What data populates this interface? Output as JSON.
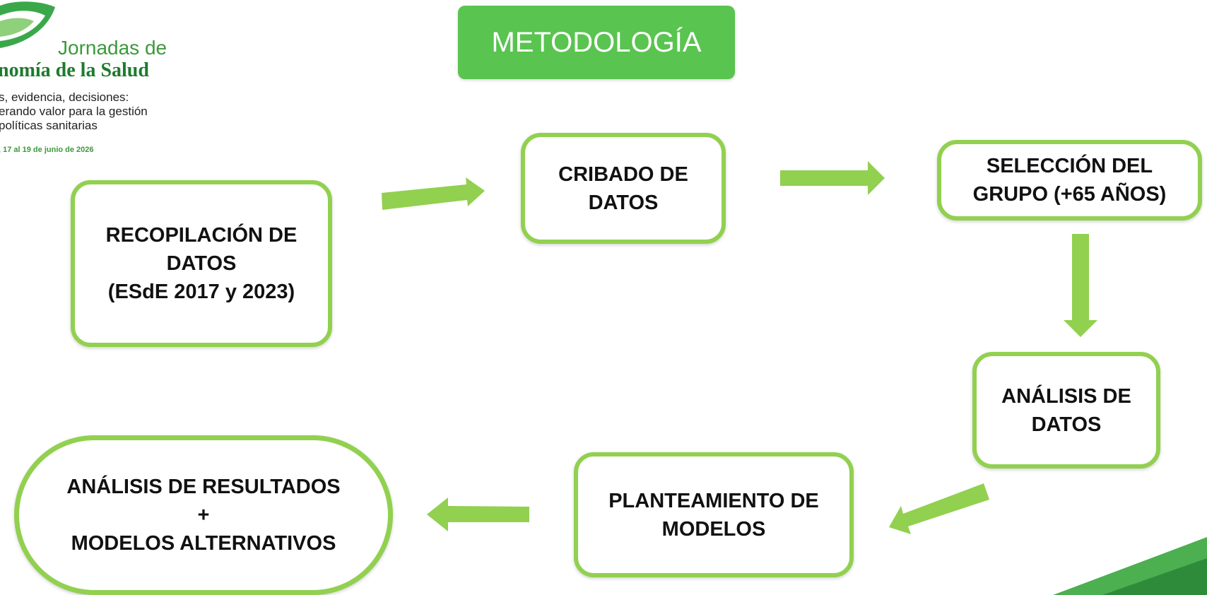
{
  "logo": {
    "line1": "Jornadas de",
    "line2": "nomía de la Salud",
    "subtitle": "s, evidencia, decisiones:\nerando valor para la gestión\n políticas sanitarias",
    "date": ", 17 al 19 de junio de 2026"
  },
  "title": "METODOLOGÍA",
  "nodes": {
    "recopilacion": "RECOPILACIÓN DE\nDATOS\n(ESdE 2017 y 2023)",
    "cribado": "CRIBADO DE\nDATOS",
    "seleccion": "SELECCIÓN DEL\nGRUPO (+65 AÑOS)",
    "analisis_datos": "ANÁLISIS DE\nDATOS",
    "planteamiento": "PLANTEAMIENTO DE\nMODELOS",
    "analisis_resultados": "ANÁLISIS DE RESULTADOS\n+\nMODELOS ALTERNATIVOS"
  },
  "colors": {
    "accent": "#92d050",
    "title_bg": "#59c44f",
    "logo_green": "#1e7a2e"
  }
}
